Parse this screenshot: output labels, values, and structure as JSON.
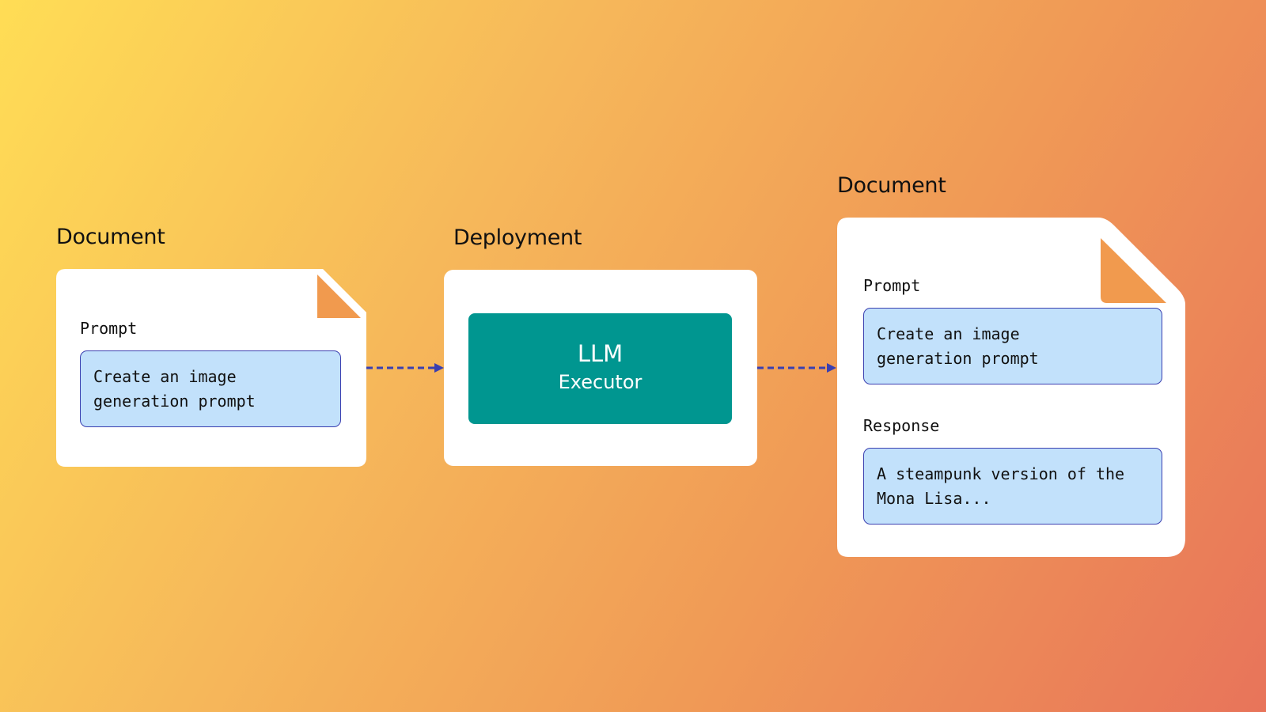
{
  "left_document": {
    "title": "Document",
    "prompt_label": "Prompt",
    "prompt_text": "Create an image\ngeneration prompt"
  },
  "deployment": {
    "title": "Deployment",
    "model_label": "LLM",
    "model_sublabel": "Executor"
  },
  "right_document": {
    "title": "Document",
    "prompt_label": "Prompt",
    "prompt_text": "Create an image\ngeneration prompt",
    "response_label": "Response",
    "response_text": "A steampunk version of the\nMona Lisa..."
  },
  "colors": {
    "field_fill": "#c2e1fb",
    "field_border": "#3a3fb0",
    "llm_box": "#009690",
    "arrow": "#3a3fb0",
    "fold_accent": "#f19a4e"
  }
}
